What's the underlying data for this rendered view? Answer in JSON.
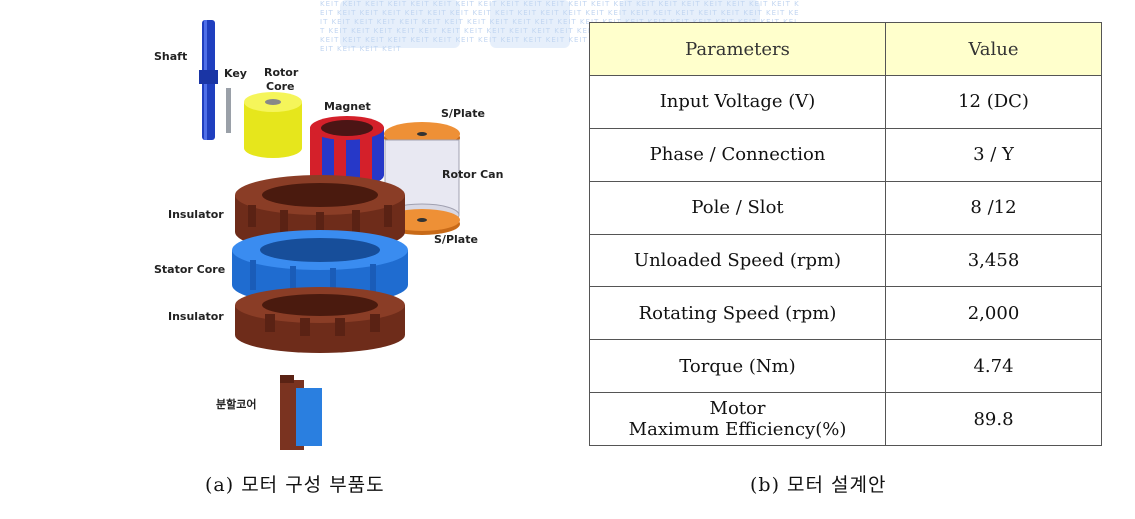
{
  "watermark": {
    "text": "KEIT KEIT KEIT KEIT KEIT KEIT KEIT KEIT KEIT KEIT KEIT KEIT KEIT KEIT KEIT KEIT KEIT KEIT KEIT KEIT KEIT KEIT KEIT KEIT KEIT KEIT KEIT KEIT KEIT KEIT KEIT KEIT KEIT KEIT KEIT KEIT KEIT KEIT KEIT KEIT KEIT KEIT KEIT KEIT KEIT KEIT KEIT KEIT KEIT KEIT KEIT KEIT KEIT KEIT KEIT KEIT KEIT KEIT KEIT KEIT KEIT KEIT KEIT KEIT KEIT KEIT KEIT KEIT KEIT KEIT KEIT KEIT KEIT KEIT KEIT KEIT KEIT KEIT KEIT KEIT KEIT KEIT KEIT KEIT KEIT KEIT KEIT KEIT KEIT KEIT KEIT KEIT KEIT KEIT KEIT KEIT KEIT KEIT KEIT KEIT KEIT KEIT KEIT KEIT KEIT KEIT KEIT KEIT KEIT KEIT"
  },
  "figure": {
    "labels": {
      "shaft": "Shaft",
      "key": "Key",
      "rotor_core_1": "Rotor",
      "rotor_core_2": "Core",
      "magnet": "Magnet",
      "splate_top": "S/Plate",
      "rotor_can": "Rotor Can",
      "splate_bottom": "S/Plate",
      "insulator_top": "Insulator",
      "stator_core": "Stator Core",
      "insulator_bottom": "Insulator",
      "split_core": "분할코어"
    },
    "colors": {
      "shaft": "#1f3fbf",
      "rotor_core": "#f2f230",
      "magnet_red": "#d4202a",
      "magnet_blue": "#2638c8",
      "splate": "#e88a2c",
      "insulator": "#7a3320",
      "stator": "#2a7fe0"
    }
  },
  "captions": {
    "left": "(a) 모터 구성 부품도",
    "right": "(b) 모터 설계안"
  },
  "table": {
    "headers": {
      "param": "Parameters",
      "value": "Value"
    },
    "rows": [
      {
        "param": "Input Voltage (V)",
        "value": "12 (DC)"
      },
      {
        "param": "Phase / Connection",
        "value": "3 / Y"
      },
      {
        "param": "Pole / Slot",
        "value": "8 /12"
      },
      {
        "param": "Unloaded Speed (rpm)",
        "value": "3,458"
      },
      {
        "param": "Rotating Speed (rpm)",
        "value": "2,000"
      },
      {
        "param": "Torque (Nm)",
        "value": "4.74"
      },
      {
        "param_line1": "Motor",
        "param_line2": "Maximum Efficiency(%)",
        "value": "89.8"
      }
    ]
  }
}
